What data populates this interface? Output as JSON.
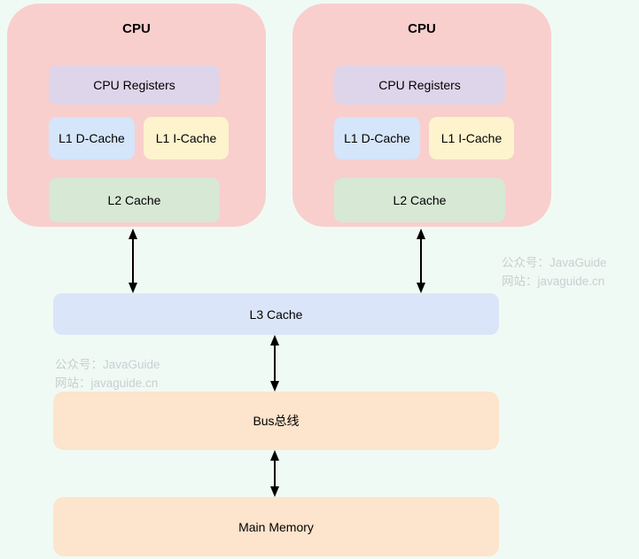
{
  "palette": {
    "background": "#f0faf4",
    "cpu_block_fill": "#f8cfcd",
    "registers_fill": "#ded5ea",
    "l1_dcache_fill": "#d5e5fa",
    "l1_icache_fill": "#fdf3cd",
    "l2_cache_fill": "#d7e8d5",
    "l3_cache_fill": "#dbe5f9",
    "bus_fill": "#fde4cc",
    "main_memory_fill": "#fde4cc",
    "arrow_color": "#000000",
    "watermark_color": "#c9ced3",
    "text_color": "#000000"
  },
  "diagram": {
    "cpu_blocks": [
      {
        "title": "CPU",
        "registers_label": "CPU Registers",
        "l1_dcache_label": "L1 D-Cache",
        "l1_icache_label": "L1 I-Cache",
        "l2_cache_label": "L2 Cache"
      },
      {
        "title": "CPU",
        "registers_label": "CPU Registers",
        "l1_dcache_label": "L1 D-Cache",
        "l1_icache_label": "L1 I-Cache",
        "l2_cache_label": "L2 Cache"
      }
    ],
    "l3_cache_label": "L3 Cache",
    "bus_label": "Bus总线",
    "main_memory_label": "Main Memory"
  },
  "watermarks": {
    "right": {
      "line1": "公众号：JavaGuide",
      "line2": "网站：javaguide.cn"
    },
    "left": {
      "line1": "公众号：JavaGuide",
      "line2": "网站：javaguide.cn"
    }
  }
}
